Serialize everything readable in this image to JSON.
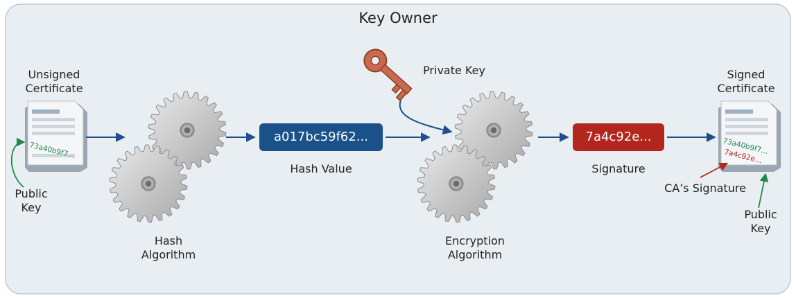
{
  "title": "Key Owner",
  "unsigned_certificate": {
    "label": "Unsigned\nCertificate",
    "key_text": "73a40b9f7...",
    "public_key_label": "Public\nKey"
  },
  "hash_algorithm": {
    "label": "Hash\nAlgorithm"
  },
  "hash_value": {
    "value": "a017bc59f62...",
    "label": "Hash Value"
  },
  "private_key": {
    "label": "Private Key"
  },
  "encryption_algorithm": {
    "label": "Encryption\nAlgorithm"
  },
  "signature": {
    "value": "7a4c92e...",
    "label": "Signature"
  },
  "signed_certificate": {
    "label": "Signed\nCertificate",
    "key_text": "73a40b9f7...",
    "signature_text": "7a4c92e...",
    "ca_signature_label": "CA’s Signature",
    "public_key_label": "Public\nKey"
  },
  "colors": {
    "panel_fill": "#e9eef2",
    "panel_border": "#c2cbd3",
    "arrow": "#1e4f8a",
    "hash_pill": "#1a5189",
    "signature_pill": "#b3261e",
    "public_key": "#1c8a4a",
    "ca_signature": "#b3261e",
    "gear": "#c9c9c9",
    "key": "#c96a4e"
  },
  "icons": [
    "document-icon",
    "gear-icon",
    "key-icon"
  ]
}
